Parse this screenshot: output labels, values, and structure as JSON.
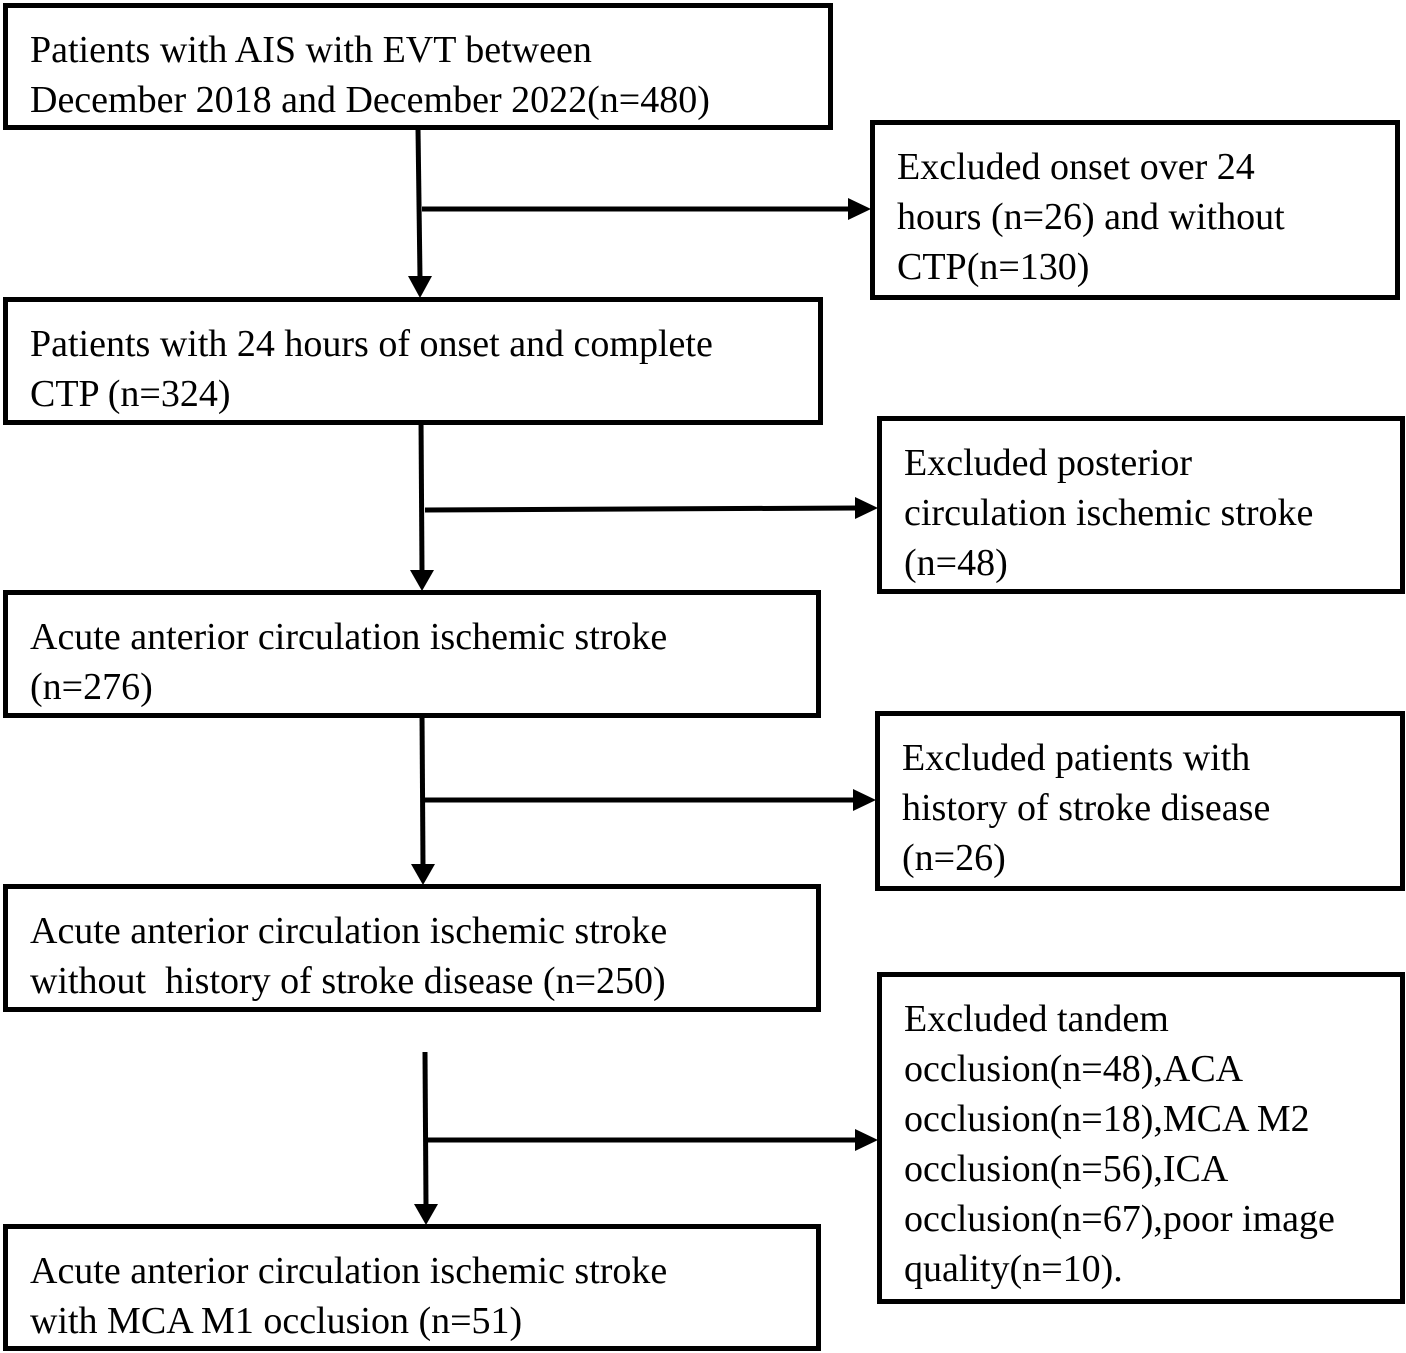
{
  "flowchart": {
    "main_steps": [
      {
        "lines": [
          "Patients with AIS with EVT between",
          "December 2018 and December 2022(n=480)"
        ]
      },
      {
        "lines": [
          "Patients with 24 hours of onset and complete",
          "CTP (n=324)"
        ]
      },
      {
        "lines": [
          "Acute anterior circulation ischemic stroke",
          "(n=276)"
        ]
      },
      {
        "lines": [
          "Acute anterior circulation ischemic stroke",
          "without  history of stroke disease (n=250)"
        ]
      },
      {
        "lines": [
          "Acute anterior circulation ischemic stroke",
          "with MCA M1 occlusion (n=51)"
        ]
      }
    ],
    "exclusions": [
      {
        "lines": [
          "Excluded onset over 24",
          "hours (n=26) and without",
          "CTP(n=130)"
        ]
      },
      {
        "lines": [
          "Excluded posterior",
          "circulation ischemic stroke",
          "(n=48)"
        ]
      },
      {
        "lines": [
          "Excluded patients with",
          "history of stroke disease",
          "(n=26)"
        ]
      },
      {
        "lines": [
          "Excluded tandem",
          "occlusion(n=48),ACA",
          "occlusion(n=18),MCA M2",
          "occlusion(n=56),ICA",
          "occlusion(n=67),poor image",
          "quality(n=10)."
        ]
      }
    ]
  }
}
